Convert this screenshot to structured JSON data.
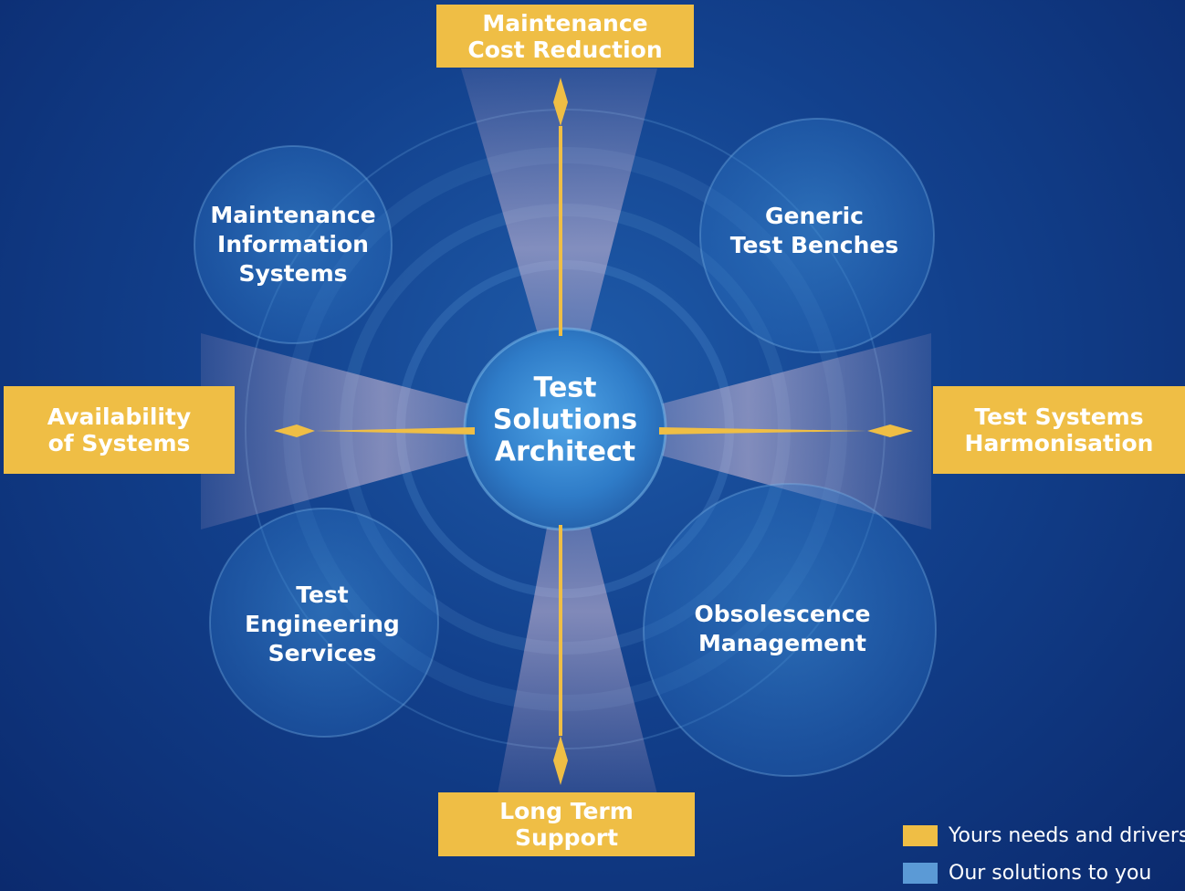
{
  "center": {
    "label": "Test\nSolutions\nArchitect"
  },
  "needs": {
    "top": "Maintenance\nCost Reduction",
    "left": "Availability\nof Systems",
    "right": "Test Systems\nHarmonisation",
    "bottom": "Long Term Support"
  },
  "solutions": {
    "top_left": "Maintenance\nInformation\nSystems",
    "top_right": "Generic\nTest Benches",
    "bottom_left": "Test\nEngineering\nServices",
    "bottom_right": "Obsolescence\nManagement"
  },
  "legend": {
    "needs_label": "Yours needs and drivers",
    "solutions_label": "Our solutions to you"
  },
  "colors": {
    "needs": "#efbe45",
    "solutions": "#5b9ad6",
    "background": "#12408c"
  }
}
